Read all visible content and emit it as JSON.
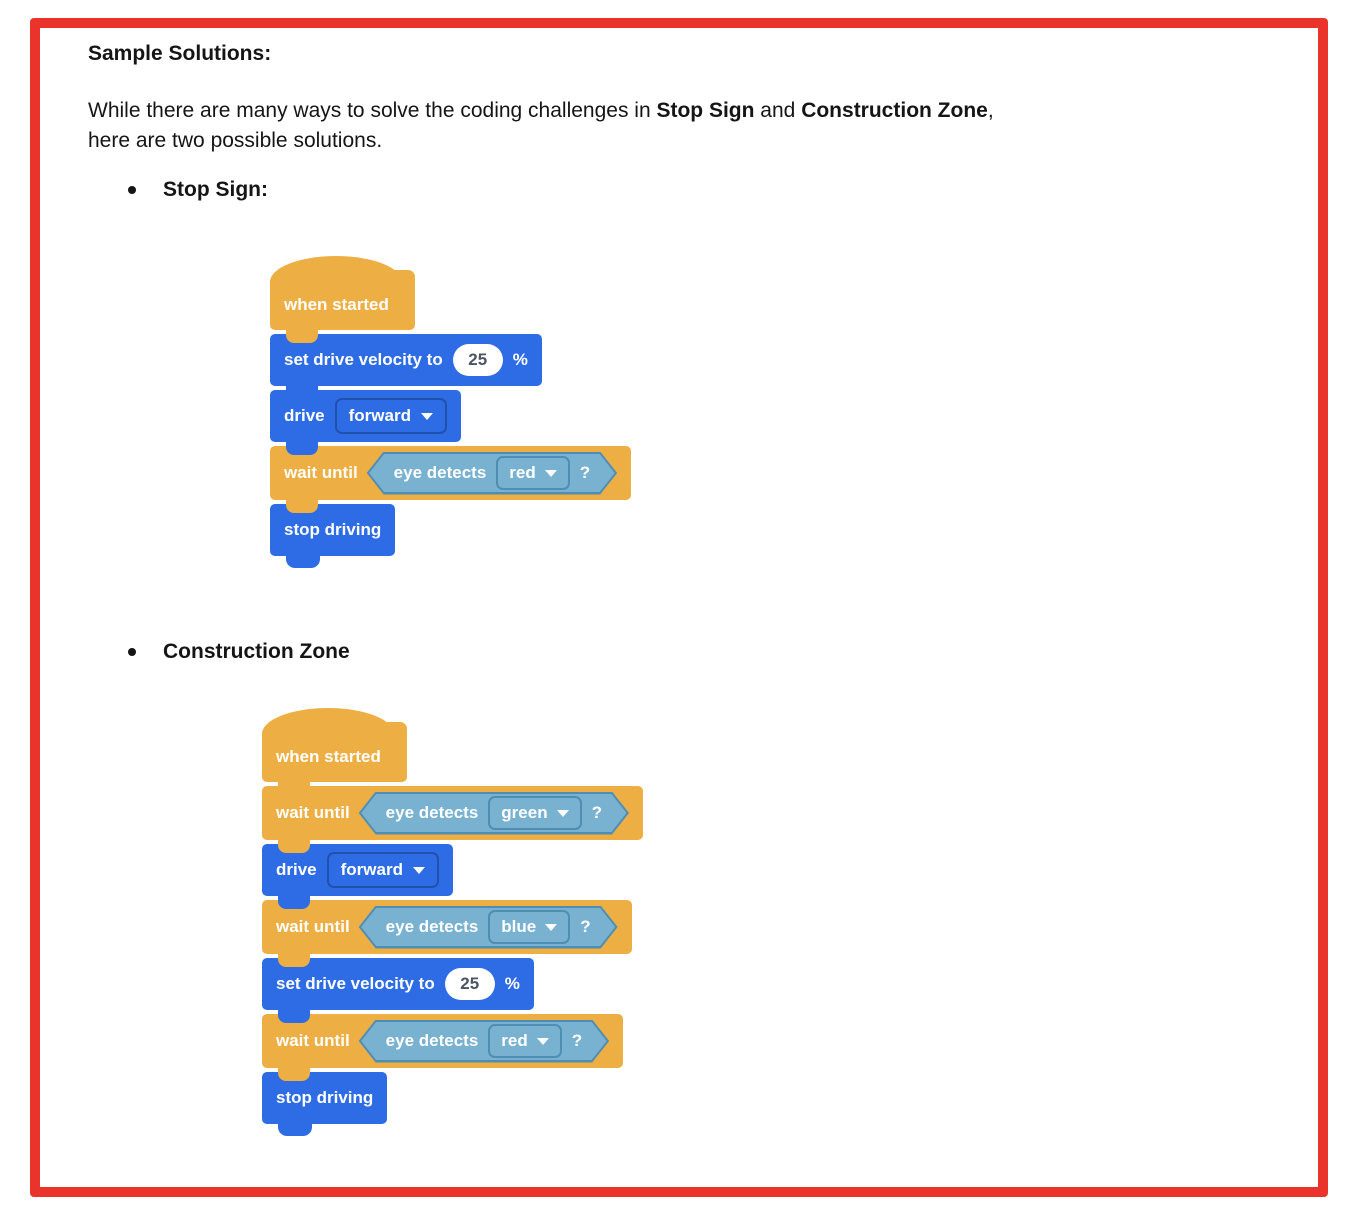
{
  "colors": {
    "frame_red": "#E9332B",
    "orange": "#EDAE43",
    "blue": "#2D6CE5",
    "light_blue": "#79B1D1",
    "hex_line": "#4E8EB5",
    "pill_text": "#4C5563"
  },
  "doc": {
    "heading": "Sample Solutions:",
    "intro": {
      "text1": "While there are many ways to solve the coding challenges in ",
      "bold1": "Stop Sign",
      "text2": " and ",
      "bold2": "Construction Zone",
      "text3": ",",
      "line2": "here are two possible solutions."
    }
  },
  "solutions": [
    {
      "bullet": "Stop Sign:",
      "blocks": {
        "hat": "when started",
        "set_velocity": {
          "label": "set drive velocity to",
          "value": "25",
          "unit": "%"
        },
        "drive": {
          "label": "drive",
          "option": "forward"
        },
        "wait_red": {
          "label": "wait until",
          "sensor": "eye detects",
          "option": "red",
          "question": "?"
        },
        "stop": "stop driving"
      }
    },
    {
      "bullet": "Construction Zone",
      "blocks": {
        "hat": "when started",
        "wait_green": {
          "label": "wait until",
          "sensor": "eye detects",
          "option": "green",
          "question": "?"
        },
        "drive": {
          "label": "drive",
          "option": "forward"
        },
        "wait_blue": {
          "label": "wait until",
          "sensor": "eye detects",
          "option": "blue",
          "question": "?"
        },
        "set_velocity": {
          "label": "set drive velocity to",
          "value": "25",
          "unit": "%"
        },
        "wait_red": {
          "label": "wait until",
          "sensor": "eye detects",
          "option": "red",
          "question": "?"
        },
        "stop": "stop driving"
      }
    }
  ]
}
